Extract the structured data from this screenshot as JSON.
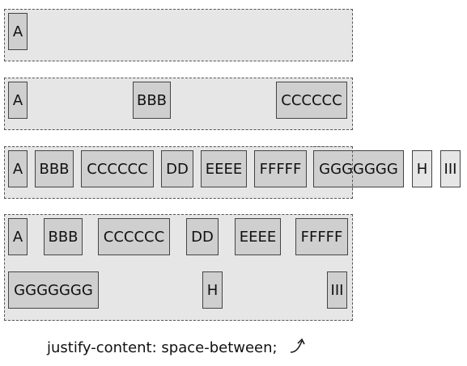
{
  "rows": [
    {
      "items": [
        "A"
      ]
    },
    {
      "items": [
        "A",
        "BBB",
        "CCCCCC"
      ]
    },
    {
      "items": [
        "A",
        "BBB",
        "CCCCCC",
        "DD",
        "EEEE",
        "FFFFF",
        "GGGGGGG",
        "H",
        "III"
      ]
    },
    {
      "items": [
        "A",
        "BBB",
        "CCCCCC",
        "DD",
        "EEEE",
        "FFFFF",
        "GGGGGGG",
        "H",
        "III"
      ]
    }
  ],
  "caption": {
    "text": "justify-content: space-between;",
    "icon": "curved-arrow-icon"
  }
}
